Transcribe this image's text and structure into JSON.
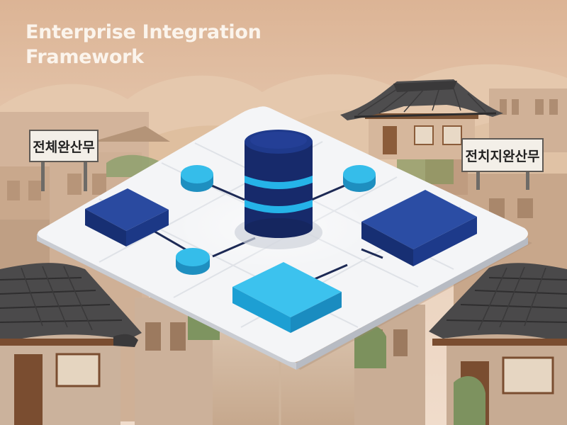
{
  "title": {
    "line1": "Enterprise Integration",
    "line2": "Framework"
  },
  "signs": {
    "left": "전체완산무",
    "right": "전치지완산무"
  },
  "colors": {
    "sky": "#e9d2bd",
    "title_text": "#fbf4ec",
    "platform": "#f4f5f7",
    "node_dark": "#1f3a8c",
    "node_cyan": "#22b1e3",
    "database": "#172a6b",
    "database_stripe": "#25b3e8",
    "connector": "#1d2a55",
    "roof": "#4e4d4e"
  },
  "icons": [
    "database-icon",
    "server-block-icon",
    "connector-dot-icon",
    "hanok-roof-icon",
    "signboard-icon"
  ]
}
